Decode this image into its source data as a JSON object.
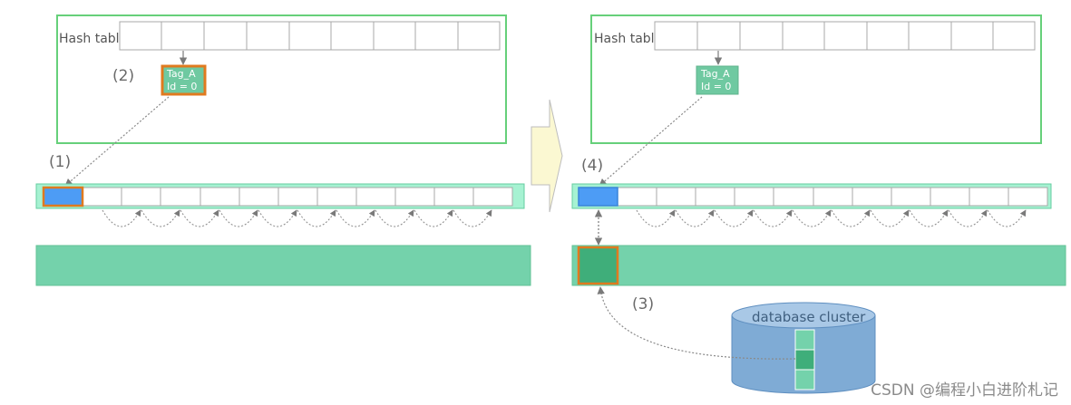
{
  "left": {
    "hash_table_label": "Hash table",
    "tag_line1": "Tag_A",
    "tag_line2": "Id = 0",
    "step_tag": "(2)",
    "step_slot": "(1)"
  },
  "right": {
    "hash_table_label": "Hash table",
    "tag_line1": "Tag_A",
    "tag_line2": "Id = 0",
    "step_slot": "(4)",
    "step_db": "(3)",
    "db_label": "database cluster"
  },
  "watermark": "CSDN @编程小白进阶札记",
  "colors": {
    "frame_green": "#66d07a",
    "mint": "#a6f2d2",
    "buffer_green": "#74d2ab",
    "tag_fill": "#6fc9a1",
    "highlight_border": "#e07a1f",
    "blue_slot": "#4d9cf5",
    "dark_block": "#3fae7a",
    "db_blue": "#7fabd5",
    "db_top": "#a9c8e6",
    "arrow_gray": "#8a8a8a",
    "flow_arrow": "#fbf8d2"
  }
}
